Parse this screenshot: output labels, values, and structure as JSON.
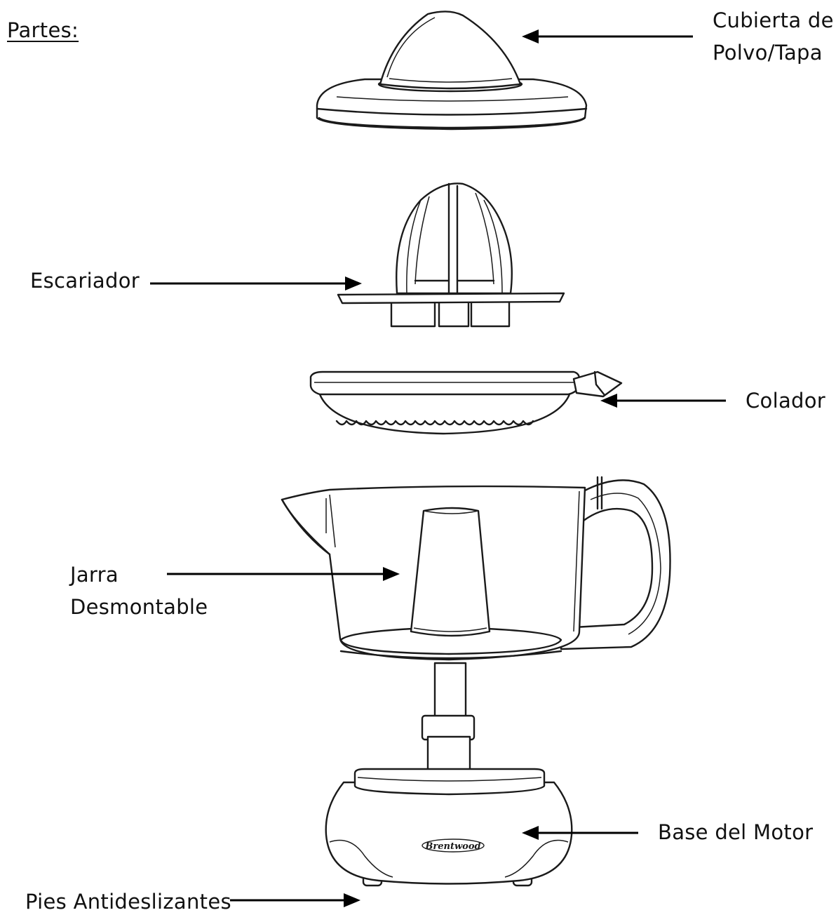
{
  "heading": "Partes:",
  "parts": {
    "cover": [
      "Cubierta de",
      "Polvo/Tapa"
    ],
    "reamer": "Escariador",
    "strainer": "Colador",
    "jar": [
      "Jarra",
      "Desmontable"
    ],
    "motor_base": "Base del Motor",
    "feet": "Pies Antideslizantes"
  },
  "brand_logo": "Brentwood"
}
